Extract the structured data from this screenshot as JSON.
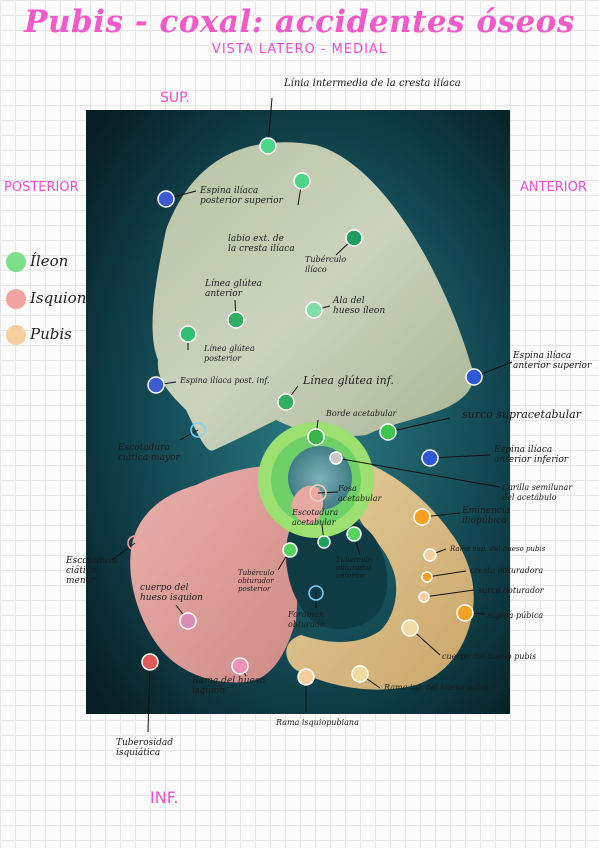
{
  "title": "Pubis - coxal: accidentes óseos",
  "subtitle": "VISTA LATERO - MEDIAL",
  "orientation": {
    "sup": "SUP.",
    "inf": "INF.",
    "posterior": "POSTERIOR",
    "anterior": "ANTERIOR"
  },
  "legend": [
    {
      "label": "Íleon",
      "color": "#7be08a"
    },
    {
      "label": "Isquion",
      "color": "#f4a3a3"
    },
    {
      "label": "Pubis",
      "color": "#f5cfa0"
    }
  ],
  "colors": {
    "ilium_bone": "#c7cfb8",
    "ischium_bone": "#e7a3a0",
    "pubis_bone": "#dcc08a",
    "background": "#0f3c44"
  },
  "labels": {
    "linea_intermedia": "Línia intermedia de la cresta ilíaca",
    "espina_post_sup": [
      "Espina ilíaca",
      "posterior superior"
    ],
    "labio_ext": [
      "labio ext. de",
      "la cresta ilíaca"
    ],
    "tuberculo_iliaco": [
      "Tubérculo",
      "ilíaco"
    ],
    "linea_glutea_ant": [
      "Línea glútea",
      "anterior"
    ],
    "ala_hueso_ileon": [
      "Ala del",
      "hueso íleon"
    ],
    "linea_glutea_post": [
      "Línea glútea",
      "posterior"
    ],
    "espina_post_inf": "Espina ilíaca post. inf.",
    "linea_glutea_inf": "Línea glútea inf.",
    "espina_ant_sup": [
      "Espina ilíaca",
      "anterior superior"
    ],
    "borde_acetabular": "Borde acetabular",
    "surco_supracetabular": "surco supracetabular",
    "escotadura_ciatica_mayor": [
      "Escotadura",
      "ciática mayor"
    ],
    "espina_ant_inf": [
      "Espina ilíaca",
      "anterior inferior"
    ],
    "fosa_acetabular": [
      "Fosa",
      "acetabular"
    ],
    "carilla_semilunar": [
      "Carilla semilunar",
      "del acetábulo"
    ],
    "escotadura_acetabular": [
      "Escotadura",
      "acetabular"
    ],
    "eminencia_iliopubica": [
      "Eminencia",
      "iliopúbica"
    ],
    "escotadura_ciatica_menor": [
      "Escotadura",
      "ciática",
      "menor"
    ],
    "tuberculo_obt_post": [
      "Tubérculo",
      "obturador",
      "posterior"
    ],
    "tuberculo_obt_ant": [
      "Tubérculo",
      "obturador",
      "anterior"
    ],
    "rama_sup_pubis": "Rama sup. del hueso pubis",
    "cresta_obturadora": "cresta obturadora",
    "surco_obturador": "surco obturador",
    "cuerpo_isquion": [
      "cuerpo del",
      "hueso isquion"
    ],
    "foramen_obturado": [
      "Foramen",
      "obturado"
    ],
    "espina_pubica": "espina púbica",
    "cuerpo_pubis": "cuerpo del hueso pubis",
    "rama_isquion": [
      "Rama del hueso",
      "isquion"
    ],
    "rama_inf_pubis": "Rama inf. del hueso pubis",
    "rama_isquiopubiana": "Rama isquiopubiana",
    "tuberosidad_isquiatica": [
      "Tuberosidad",
      "isquiática"
    ]
  }
}
